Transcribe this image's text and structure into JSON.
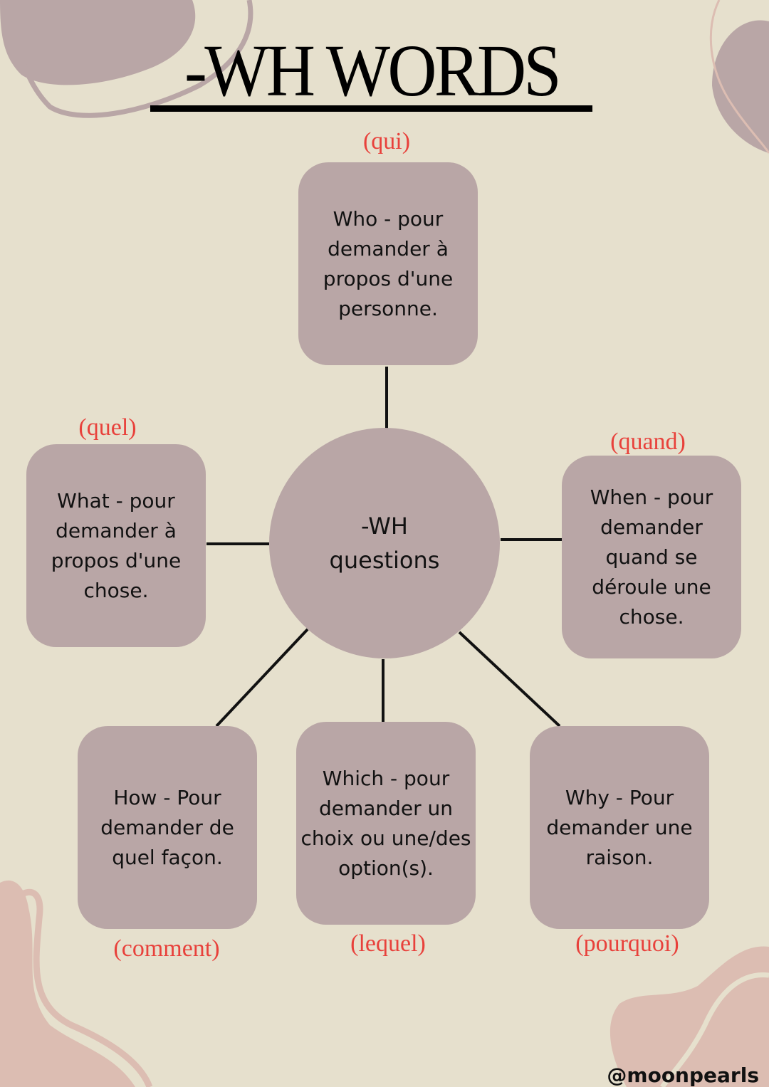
{
  "title": "-WH WORDS",
  "center": "-WH questions",
  "nodes": {
    "who": {
      "text": "Who - pour demander à propos d'une personne.",
      "french": "(qui)"
    },
    "what": {
      "text": "What - pour demander à propos d'une chose.",
      "french": "(quel)"
    },
    "when": {
      "text": "When - pour demander quand se déroule une chose.",
      "french": "(quand)"
    },
    "how": {
      "text": "How - Pour demander de quel façon.",
      "french": "(comment)"
    },
    "which": {
      "text": "Which - pour demander un choix ou une/des option(s).",
      "french": "(lequel)"
    },
    "why": {
      "text": "Why - Pour demander une raison.",
      "french": "(pourquoi)"
    }
  },
  "credit": "@moonpearls",
  "colors": {
    "background": "#e6e0cd",
    "box": "#b9a6a6",
    "accent": "#e8413b",
    "blob": "#dcbdb2"
  }
}
